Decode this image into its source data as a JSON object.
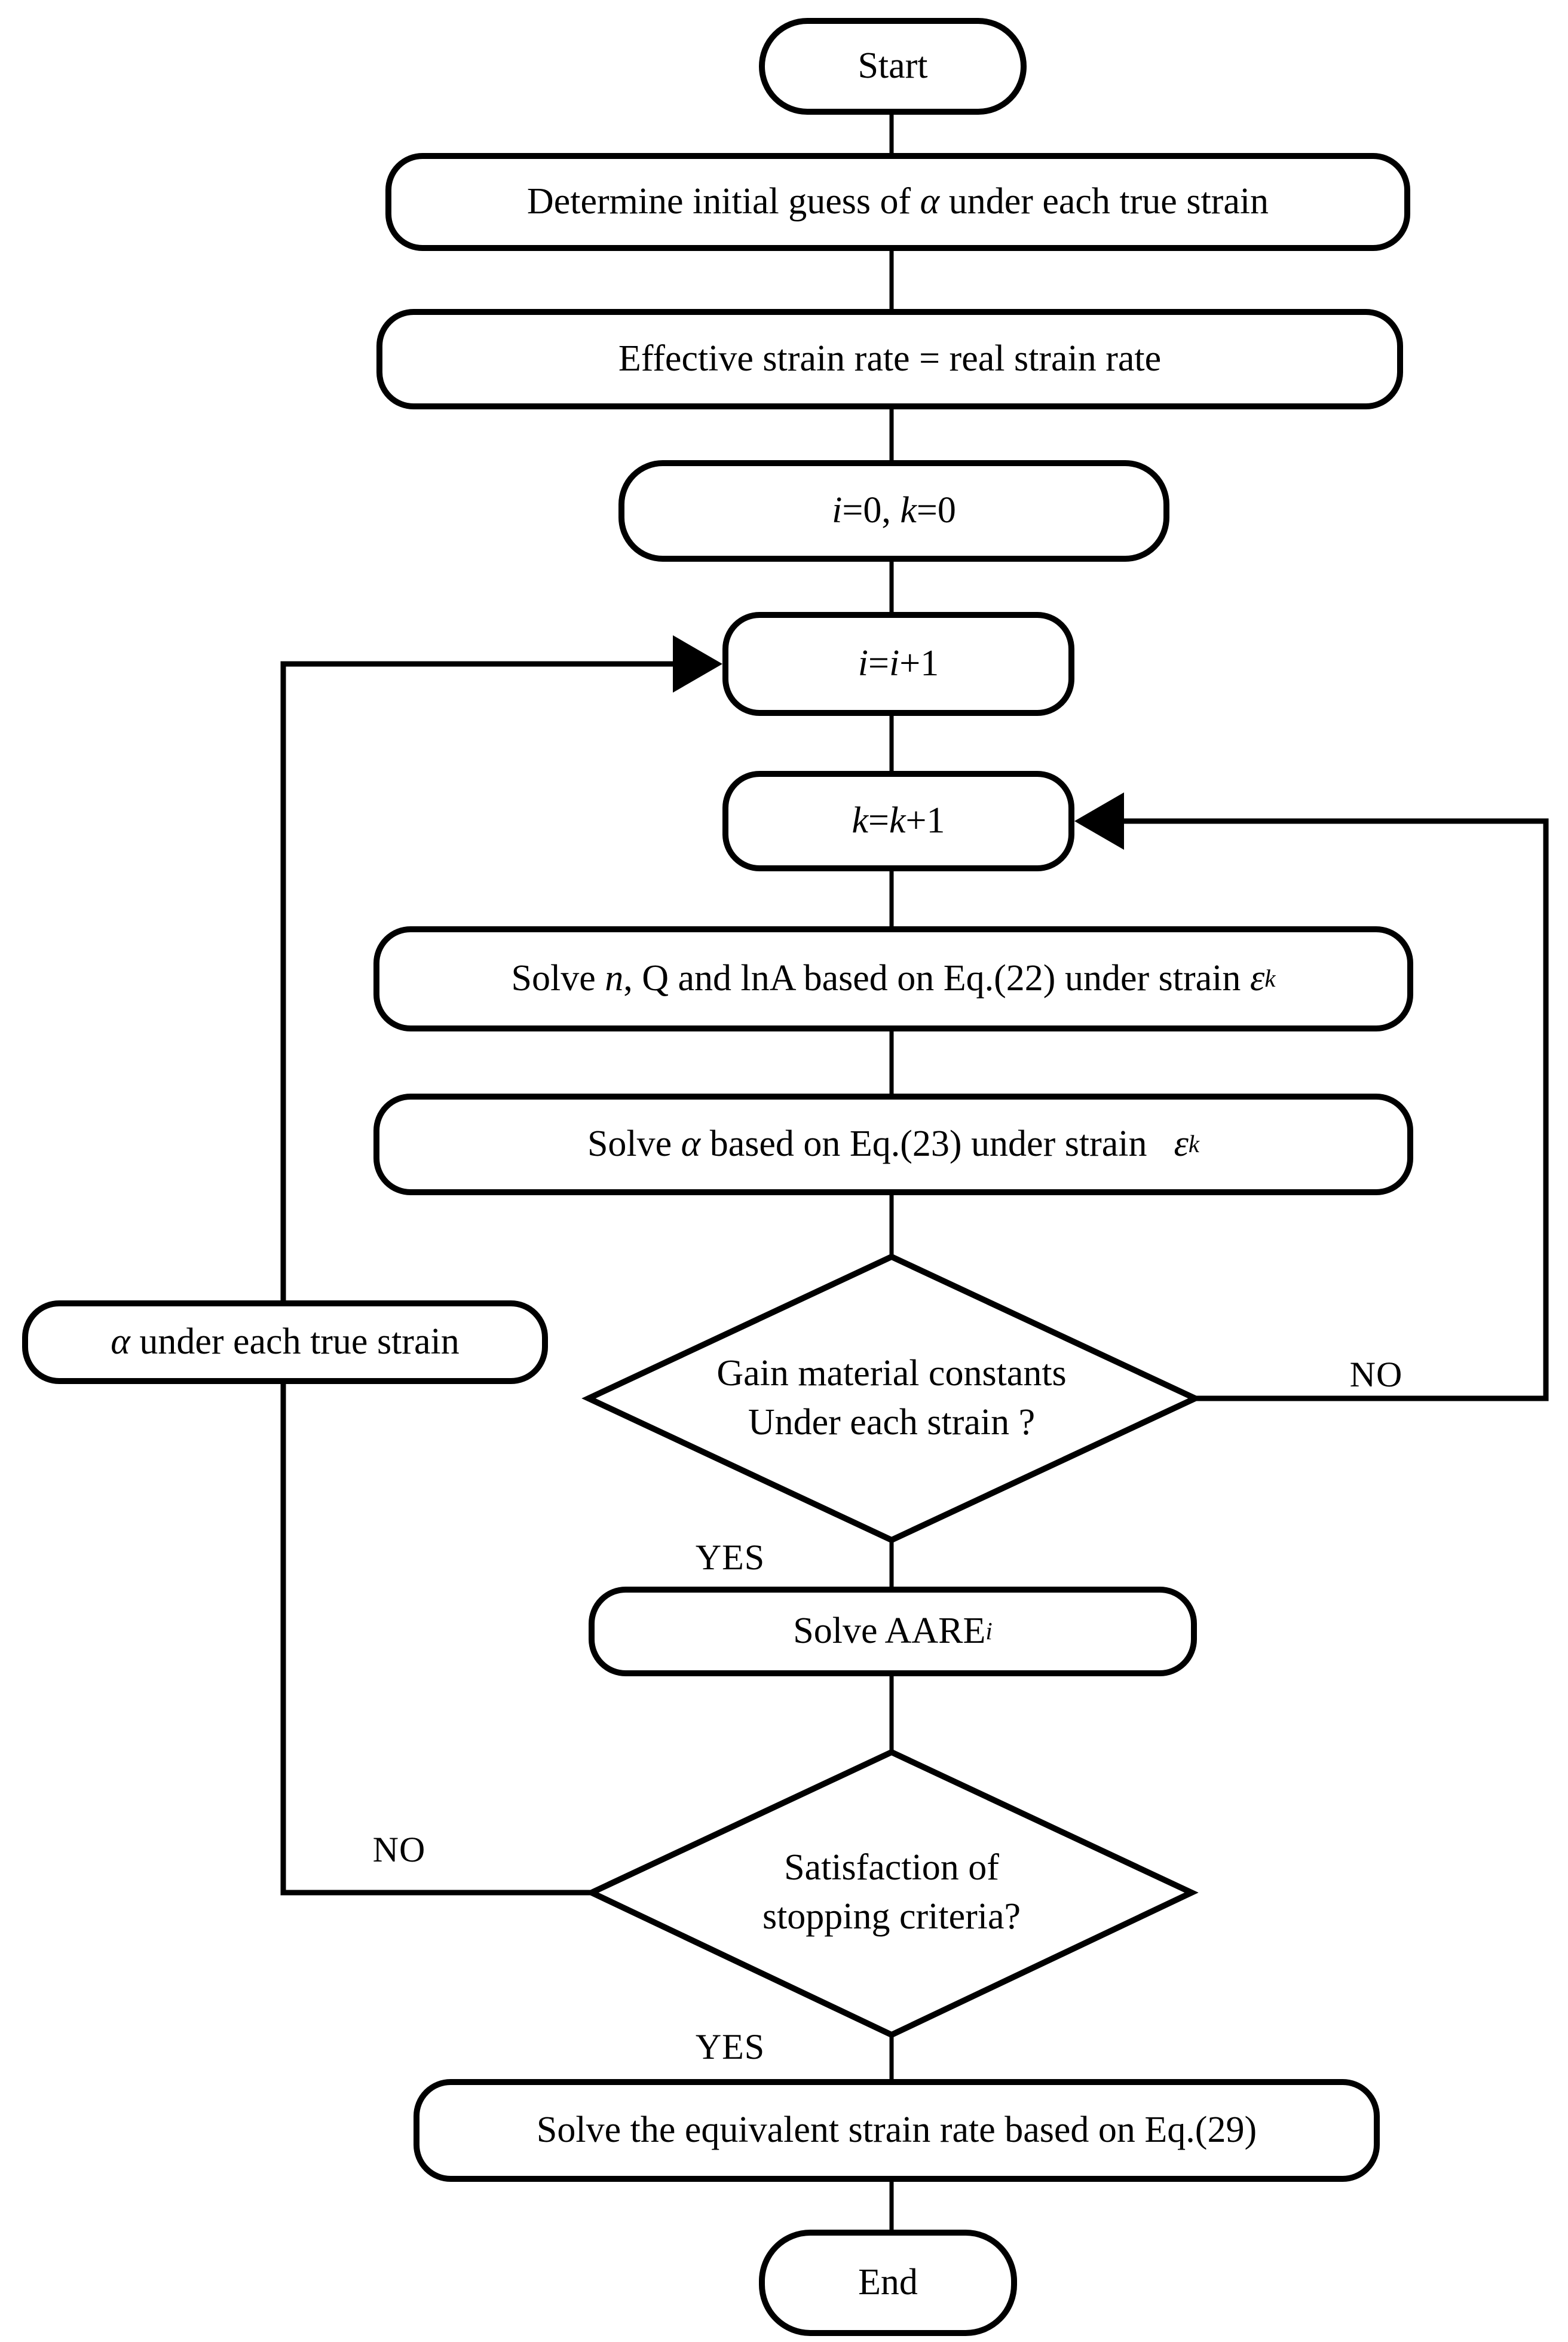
{
  "colors": {
    "stroke": "#000000",
    "shape_fill": "#ffffff",
    "background": "#ffffff"
  },
  "nodes": {
    "start": {
      "label": "Start"
    },
    "determine": {
      "pre": "Determine initial guess of ",
      "alpha": "α",
      "post": " under each true strain"
    },
    "effective": {
      "label": "Effective strain rate = real strain rate"
    },
    "init": {
      "i": "i",
      "eq1": "=0, ",
      "k": "k",
      "eq2": "=0"
    },
    "inc_i": {
      "a": "i",
      "b": "=",
      "c": "i",
      "d": "+1"
    },
    "inc_k": {
      "a": "k",
      "b": "=",
      "c": "k",
      "d": "+1"
    },
    "solve_nq": {
      "pre": "Solve ",
      "n": "n",
      "mid": ", Q and lnA based on Eq.(22) under strain ",
      "eps": "ε",
      "sub": "k"
    },
    "solve_alpha": {
      "pre": "Solve ",
      "alpha": "α",
      "mid": " based on Eq.(23) under strain",
      "eps": "ε",
      "sub": "k"
    },
    "decision_constants": {
      "line1": "Gain material constants",
      "line2": "Under each strain ?"
    },
    "solve_aare": {
      "pre": "Solve AARE",
      "sub": "i"
    },
    "alpha_each_strain": {
      "alpha": "α",
      "post": " under each true strain"
    },
    "decision_stop": {
      "line1": "Satisfaction of",
      "line2": "stopping criteria?"
    },
    "solve_eq29": {
      "label": "Solve the equivalent strain rate based on Eq.(29)"
    },
    "end": {
      "label": "End"
    }
  },
  "edge_labels": {
    "yes_constants": "YES",
    "no_constants": "NO",
    "no_stop": "NO",
    "yes_stop": "YES"
  }
}
